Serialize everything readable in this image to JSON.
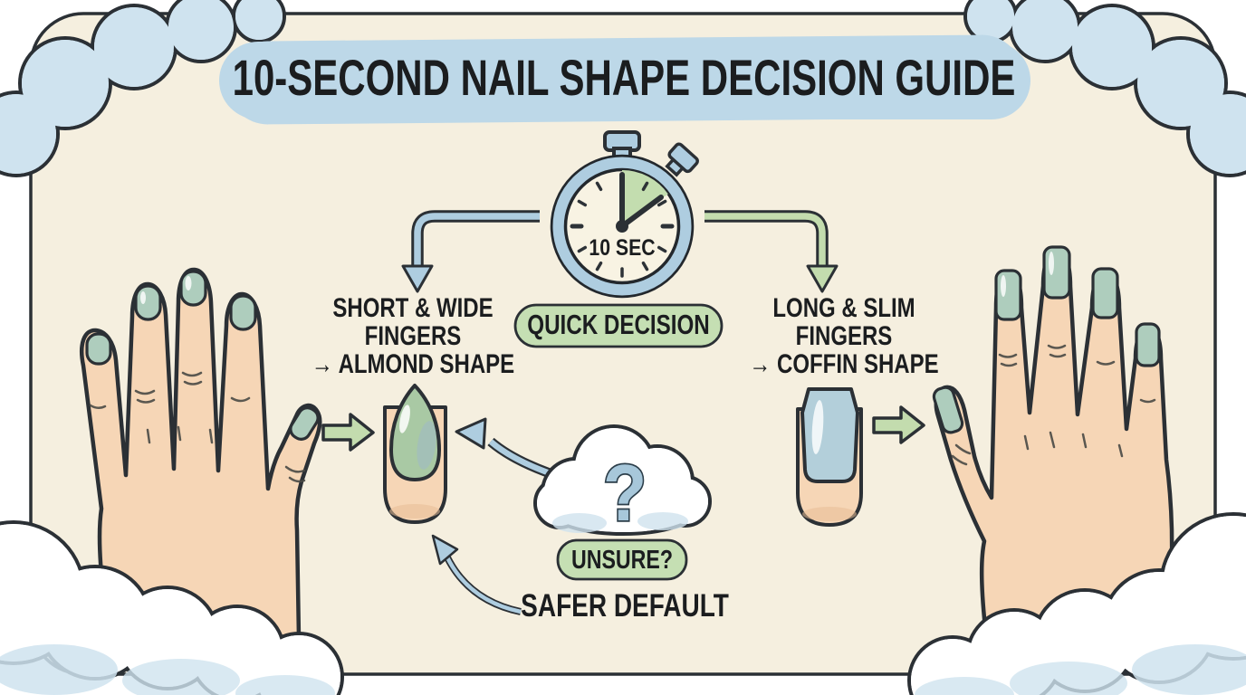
{
  "title": "10-SECOND NAIL SHAPE DECISION GUIDE",
  "timer": {
    "label": "10 SEC"
  },
  "badges": {
    "quick_decision": "QUICK DECISION",
    "unsure": "UNSURE?"
  },
  "labels": {
    "safer_default": "SAFER DEFAULT"
  },
  "branches": {
    "left": {
      "line1": "SHORT & WIDE",
      "line2": "FINGERS",
      "line3": "→ ALMOND SHAPE"
    },
    "right": {
      "line1": "LONG & SLIM",
      "line2": "FINGERS",
      "line3": "→ COFFIN SHAPE"
    }
  },
  "cloud": {
    "question_mark": "?"
  },
  "colors": {
    "background": "#ffffff",
    "panel": "#f5efdf",
    "banner_blue": "#bdd8e8",
    "pill_green": "#c5dfb3",
    "arrow_blue": "#aecde0",
    "arrow_green": "#c3dcae",
    "timer_wedge_green": "#c3ddaf",
    "nail_almond_green": "#a9c9a4",
    "nail_coffin_blue": "#b3cfda",
    "hand_nail_green": "#aecdbd",
    "skin": "#f6d6b6",
    "outline": "#2b3035",
    "cloud_blue": "#cfe3ef",
    "question_blue": "#a7c7da"
  }
}
